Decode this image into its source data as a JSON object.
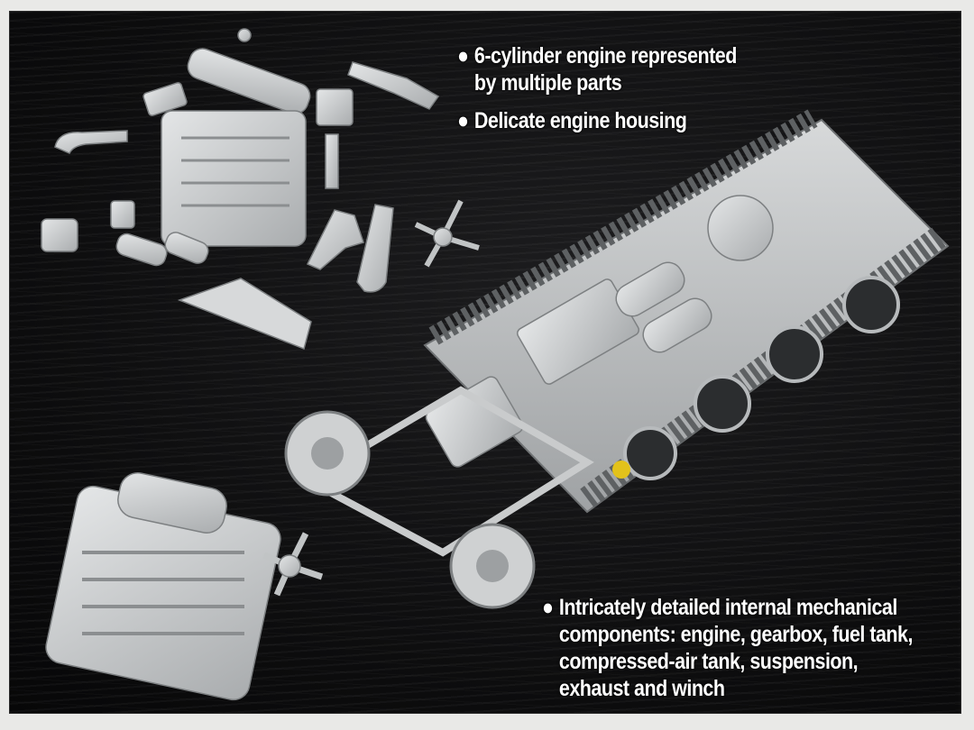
{
  "callouts": {
    "engine": {
      "bullet": "●",
      "line1": "6-cylinder engine represented",
      "line2": "by multiple parts"
    },
    "housing": {
      "bullet": "●",
      "line1": "Delicate engine housing"
    },
    "internals": {
      "bullet": "●",
      "line1": "Intricately detailed internal mechanical",
      "line2": "components: engine, gearbox, fuel tank,",
      "line3": "compressed-air tank, suspension,",
      "line4": "exhaust and winch"
    }
  },
  "colors": {
    "background": "#0c0c0d",
    "model_grey": "#c9cbcc",
    "text": "#ffffff",
    "highlight_part": "#e3c21b"
  }
}
